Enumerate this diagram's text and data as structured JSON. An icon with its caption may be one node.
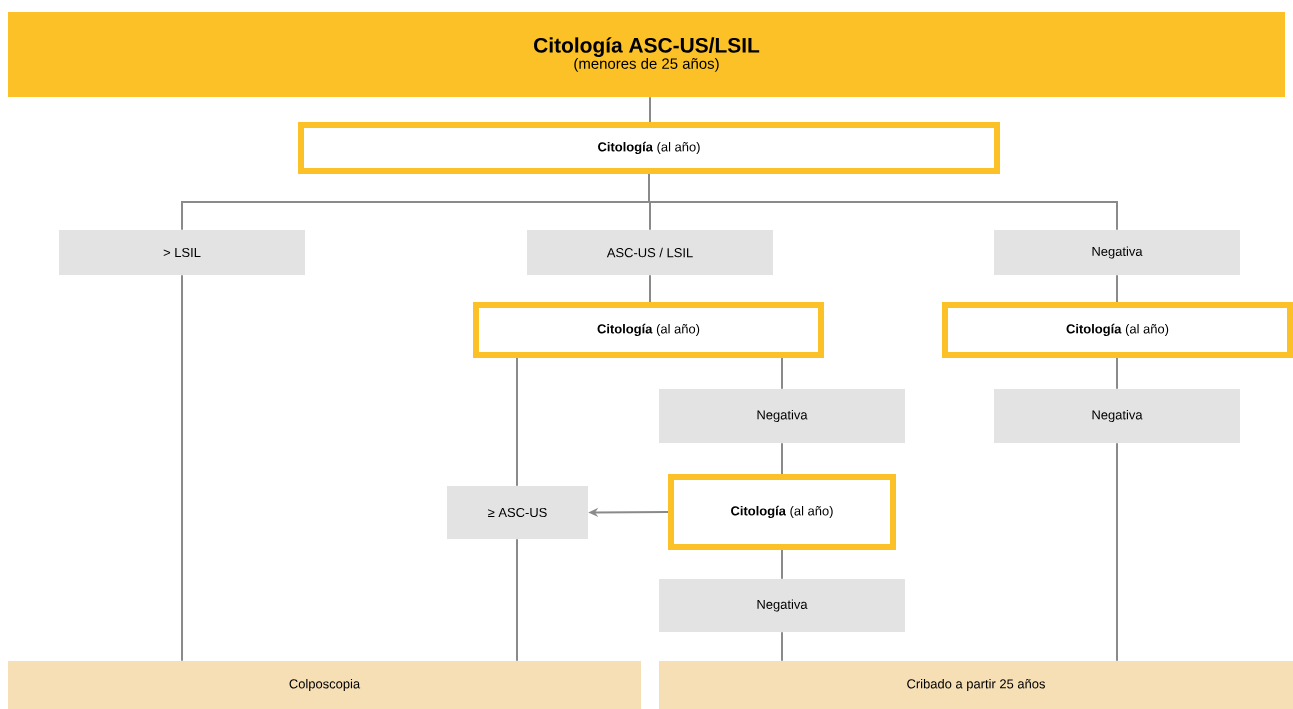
{
  "diagram": {
    "nodes": [
      {
        "text": [
          "Citología ASC-US/LSIL",
          "(menores de 25 años)"
        ]
      },
      {
        "text": [
          "**Citología** (al año)"
        ]
      },
      {
        "text": [
          "> LSIL"
        ]
      },
      {
        "text": [
          "ASC-US / LSIL"
        ]
      },
      {
        "text": [
          "Negativa"
        ]
      },
      {
        "text": [
          "**Citología** (al año)"
        ]
      },
      {
        "text": [
          "**Citología** (al año)"
        ]
      },
      {
        "text": [
          "Negativa"
        ]
      },
      {
        "text": [
          "Negativa"
        ]
      },
      {
        "text": [
          "≥ ASC-US"
        ]
      },
      {
        "text": [
          "**Citología** (al año)"
        ]
      },
      {
        "text": [
          "Negativa"
        ]
      },
      {
        "text": [
          "Colposcopia"
        ]
      },
      {
        "text": [
          "Cribado a partir 25 años"
        ]
      }
    ],
    "edges": [
      {
        "from": 0,
        "to": 1,
        "arrow": "none"
      },
      {
        "from": 1,
        "to": 2,
        "arrow": "none"
      },
      {
        "from": 1,
        "to": 3,
        "arrow": "none"
      },
      {
        "from": 1,
        "to": 4,
        "arrow": "none"
      },
      {
        "from": 2,
        "to": 12,
        "arrow": "none"
      },
      {
        "from": 3,
        "to": 5,
        "arrow": "none"
      },
      {
        "from": 4,
        "to": 6,
        "arrow": "none"
      },
      {
        "from": 5,
        "to": 9,
        "arrow": "none"
      },
      {
        "from": 5,
        "to": 7,
        "arrow": "none"
      },
      {
        "from": 6,
        "to": 8,
        "arrow": "none"
      },
      {
        "from": 7,
        "to": 10,
        "arrow": "none"
      },
      {
        "from": 10,
        "to": 9,
        "arrow": "to"
      },
      {
        "from": 9,
        "to": 12,
        "arrow": "none"
      },
      {
        "from": 10,
        "to": 11,
        "arrow": "none"
      },
      {
        "from": 11,
        "to": 13,
        "arrow": "none"
      },
      {
        "from": 8,
        "to": 13,
        "arrow": "none"
      }
    ]
  }
}
